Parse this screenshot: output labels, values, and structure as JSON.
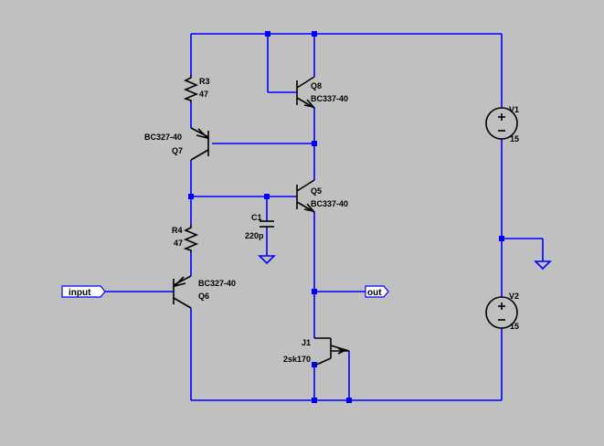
{
  "components": {
    "r3": {
      "name": "R3",
      "value": "47"
    },
    "r4": {
      "name": "R4",
      "value": "47"
    },
    "q8": {
      "name": "Q8",
      "value": "BC337-40"
    },
    "q5": {
      "name": "Q5",
      "value": "BC337-40"
    },
    "q7": {
      "name": "Q7",
      "value": "BC327-40"
    },
    "q6": {
      "name": "Q6",
      "value": "BC327-40"
    },
    "c1": {
      "name": "C1",
      "value": "220p"
    },
    "j1": {
      "name": "J1",
      "value": "2sk170"
    },
    "v1": {
      "name": "V1",
      "value": "15"
    },
    "v2": {
      "name": "V2",
      "value": "15"
    }
  },
  "labels": {
    "input": "input",
    "output": "out"
  },
  "colors": {
    "background": "#c0c0c0",
    "wire": "#0000ff",
    "component": "#000000"
  }
}
